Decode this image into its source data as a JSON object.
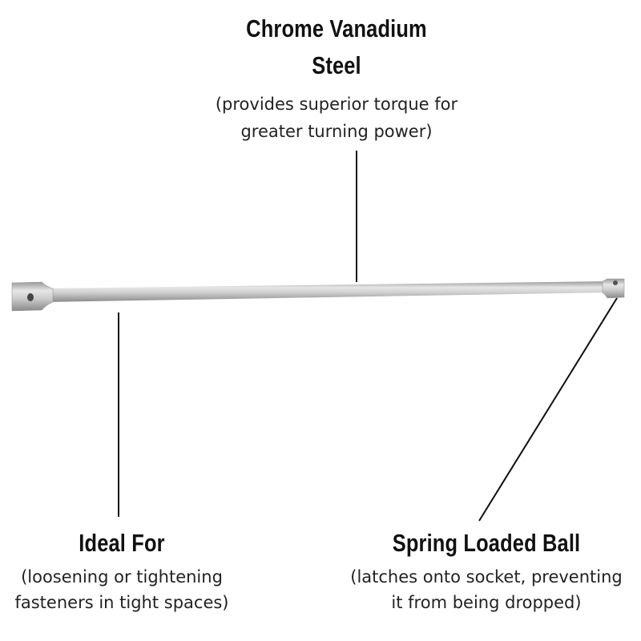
{
  "callouts": {
    "top": {
      "title_line1": "Chrome Vanadium",
      "title_line2": "Steel",
      "desc_line1": "(provides superior torque for",
      "desc_line2": "greater turning power)"
    },
    "left": {
      "title": "Ideal For",
      "desc_line1": "(loosening or tightening",
      "desc_line2": "fasteners in tight spaces)"
    },
    "right": {
      "title": "Spring Loaded Ball",
      "desc_line1": "(latches onto socket, preventing",
      "desc_line2": "it from being dropped)"
    }
  },
  "colors": {
    "text": "#111111",
    "steel": "#c8c8c8",
    "line": "#111111"
  }
}
